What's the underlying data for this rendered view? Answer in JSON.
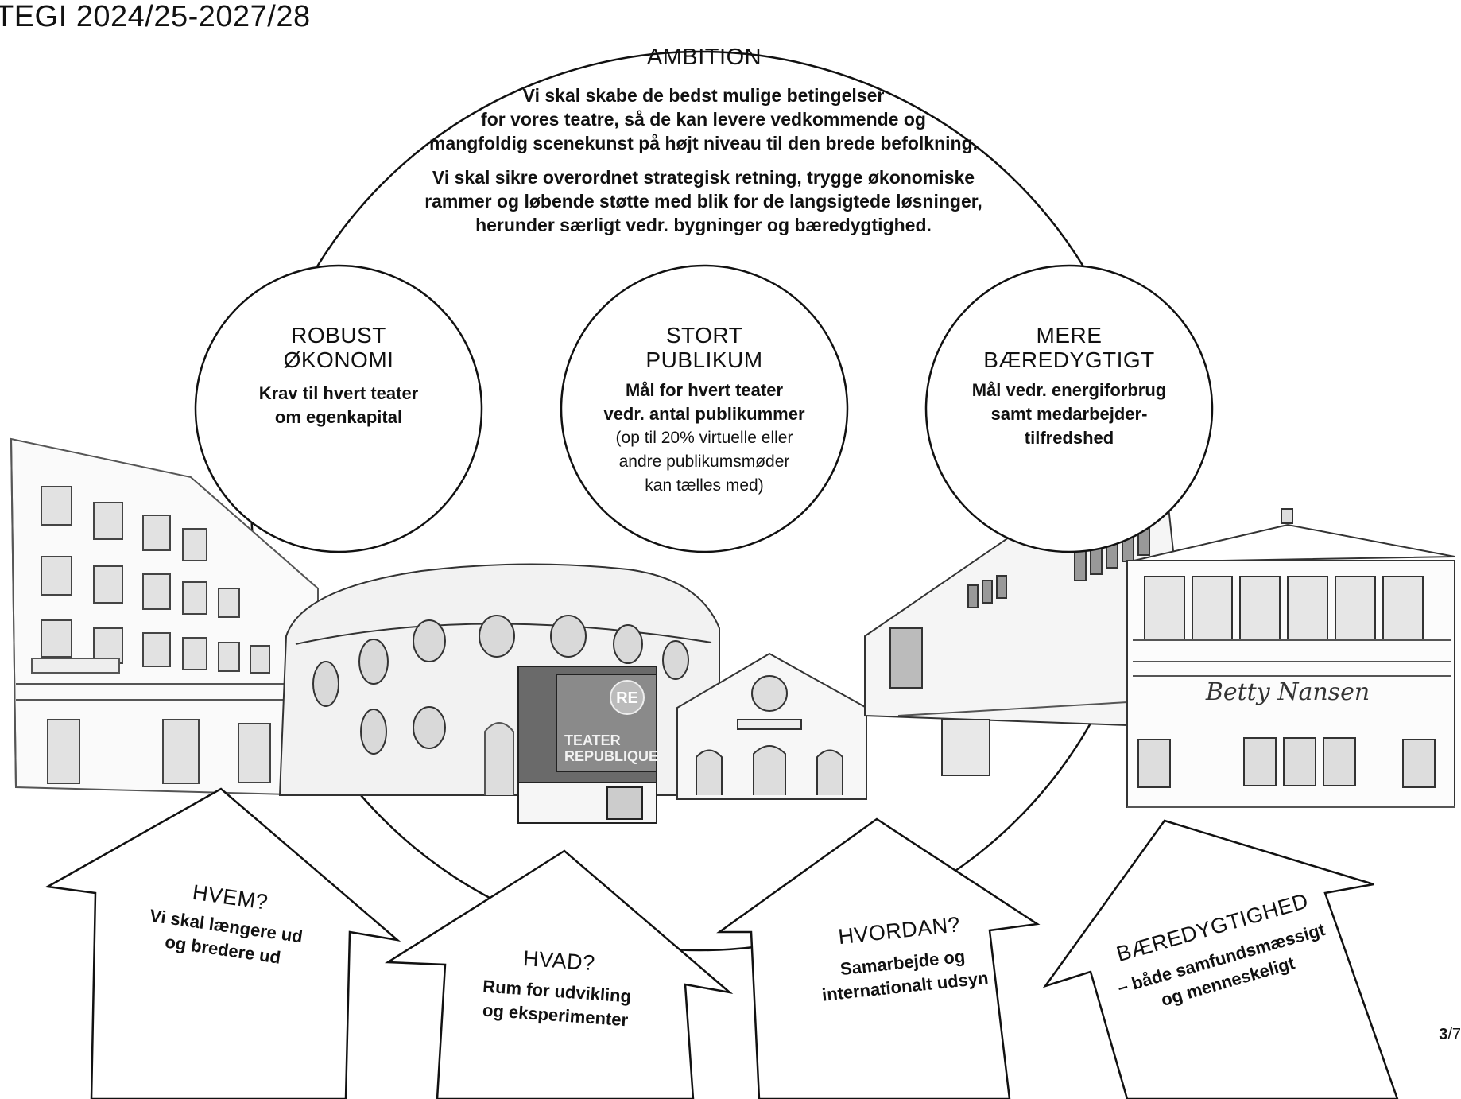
{
  "header": {
    "title": "TEGI 2024/25-2027/28"
  },
  "ambition": {
    "title": "AMBITION",
    "paragraph_1": [
      "Vi skal skabe de bedst mulige betingelser",
      "for vores teatre, så de kan levere vedkommende og",
      "mangfoldig scenekunst på højt niveau til den brede befolkning."
    ],
    "paragraph_2": [
      "Vi skal sikre overordnet strategisk retning, trygge økonomiske",
      "rammer og løbende støtte med blik for de langsigtede løsninger,",
      "herunder særligt vedr. bygninger og bæredygtighed."
    ]
  },
  "circles": [
    {
      "title": [
        "ROBUST",
        "ØKONOMI"
      ],
      "bold": [
        "Krav til hvert teater",
        "om egenkapital"
      ],
      "normal": []
    },
    {
      "title": [
        "STORT",
        "PUBLIKUM"
      ],
      "bold": [
        "Mål for hvert teater",
        "vedr. antal publikummer"
      ],
      "normal": [
        "(op til 20% virtuelle eller",
        "andre publikumsmøder",
        "kan tælles med)"
      ]
    },
    {
      "title": [
        "MERE",
        "BÆREDYGTIGT"
      ],
      "bold": [
        "Mål vedr. energiforbrug",
        "samt medarbejder-",
        "tilfredshed"
      ],
      "normal": []
    }
  ],
  "arrows": [
    {
      "title": "HVEM?",
      "text": [
        "Vi skal længere ud",
        "og bredere ud"
      ]
    },
    {
      "title": "HVAD?",
      "text": [
        "Rum for udvikling",
        "og eksperimenter"
      ]
    },
    {
      "title": "HVORDAN?",
      "text": [
        "Samarbejde og",
        "internationalt udsyn"
      ]
    },
    {
      "title": "BÆREDYGTIGHED",
      "text": [
        "– både samfundsmæssigt",
        "og menneskeligt"
      ]
    }
  ],
  "buildings": {
    "republique_sign": "TEATER REPUBLIQUE",
    "republique_logo": "RE",
    "betty_sign": "Betty Nansen"
  },
  "footer": {
    "page_current": "3",
    "page_total": "/7"
  }
}
